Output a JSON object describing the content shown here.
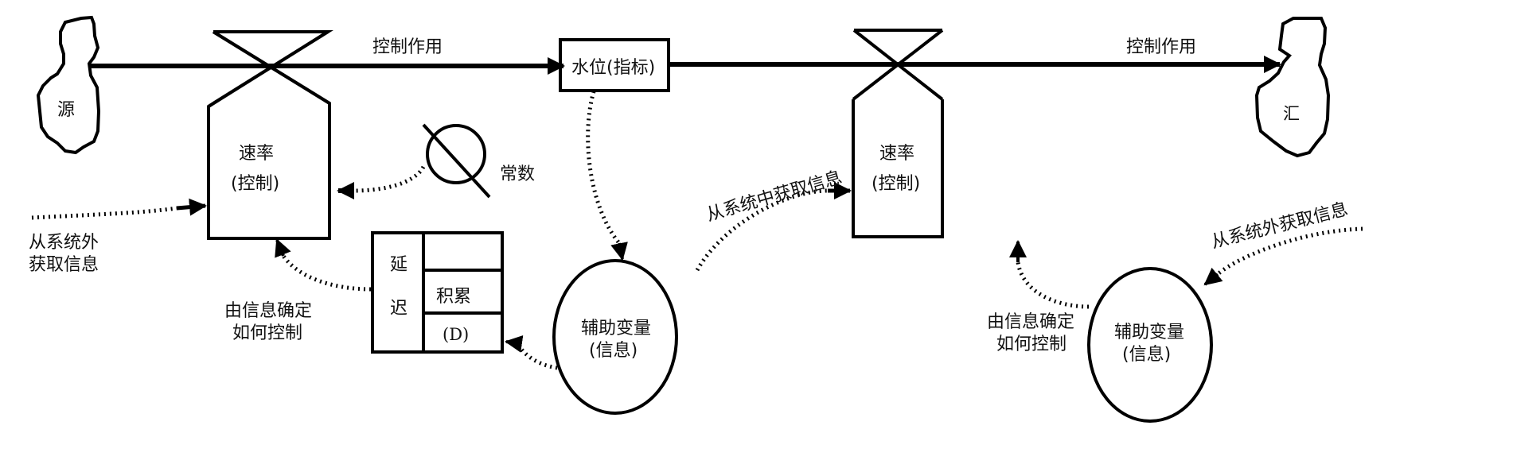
{
  "diagram": {
    "source": {
      "label": "源"
    },
    "sink": {
      "label": "汇"
    },
    "flow_labels": {
      "left": "控制作用",
      "right": "控制作用"
    },
    "level": {
      "label": "水位(指标)"
    },
    "rate_left": {
      "line1": "速率",
      "line2": "(控制)"
    },
    "rate_right": {
      "line1": "速率",
      "line2": "(控制)"
    },
    "constant": {
      "label": "常数"
    },
    "delay": {
      "col_label_1": "延",
      "col_label_2": "迟",
      "cell_accum": "积累",
      "cell_d": "(D)"
    },
    "aux_left": {
      "line1": "辅助变量",
      "line2": "(信息)"
    },
    "aux_right": {
      "line1": "辅助变量",
      "line2": "(信息)"
    },
    "annotations": {
      "external_left_1": "从系统外",
      "external_left_2": "获取信息",
      "control_left_1": "由信息确定",
      "control_left_2": "如何控制",
      "internal": "从系统中获取信息",
      "control_right_1": "由信息确定",
      "control_right_2": "如何控制",
      "external_right": "从系统外获取信息"
    }
  }
}
